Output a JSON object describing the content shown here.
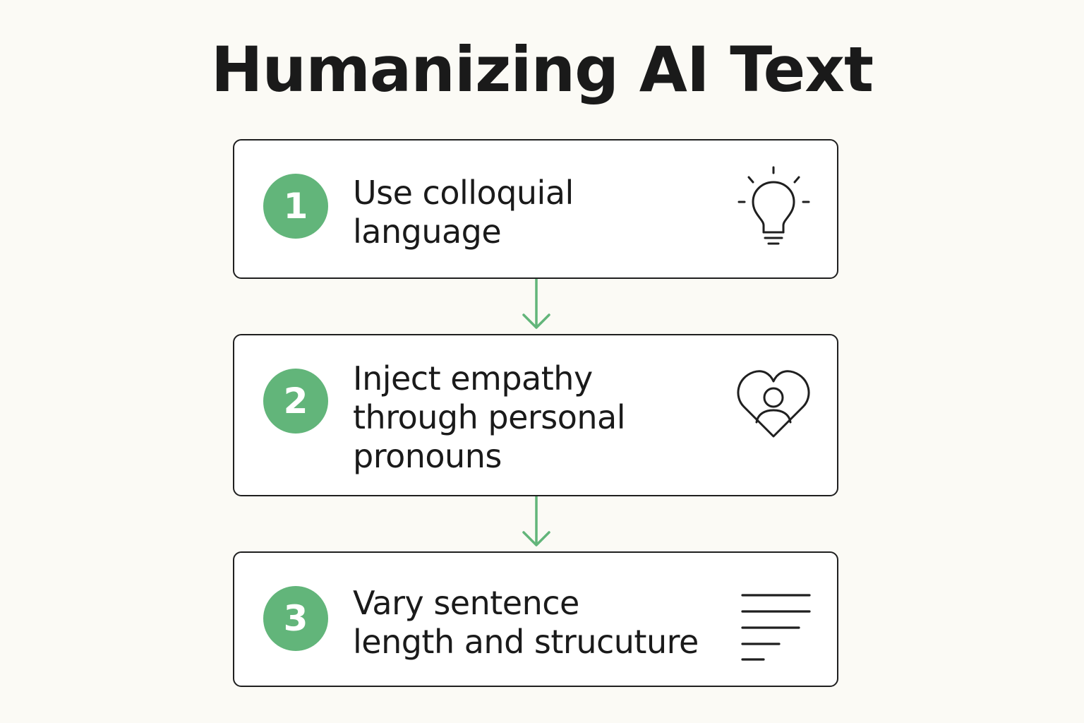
{
  "title": "Humanizing AI Text",
  "colors": {
    "accent": "#62b57a",
    "border": "#1f1f1f",
    "background": "#fbfaf5",
    "card": "#ffffff",
    "text": "#1a1a1a"
  },
  "steps": [
    {
      "number": "1",
      "lines": [
        "Use colloquial",
        "language"
      ],
      "icon": "lightbulb-icon"
    },
    {
      "number": "2",
      "lines": [
        "Inject empathy",
        "through personal",
        "pronouns"
      ],
      "icon": "heart-person-icon"
    },
    {
      "number": "3",
      "lines": [
        "Vary sentence",
        "length and strucuture"
      ],
      "icon": "text-lines-icon"
    }
  ]
}
